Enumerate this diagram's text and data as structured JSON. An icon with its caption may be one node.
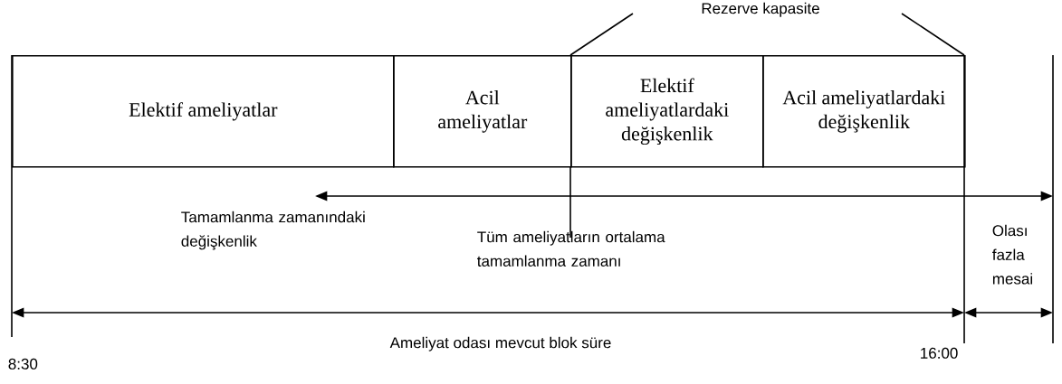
{
  "diagram": {
    "nodes": [
      {
        "text": [
          "Elektif ameliyatlar"
        ]
      },
      {
        "text": [
          "Acil ameliyatlar"
        ]
      },
      {
        "text": [
          "Elektif ameliyatlardaki değişkenlik"
        ]
      },
      {
        "text": [
          "Acil ameliyatlardaki değişkenlik"
        ]
      }
    ],
    "labels": [
      "Rezerve kapasite",
      "Tamamlanma zamanındaki değişkenlik",
      "Tüm ameliyatların ortalama tamamlanma zamanı",
      "Olası fazla mesai",
      "Ameliyat odası mevcut blok süre",
      "8:30",
      "16:00"
    ]
  }
}
